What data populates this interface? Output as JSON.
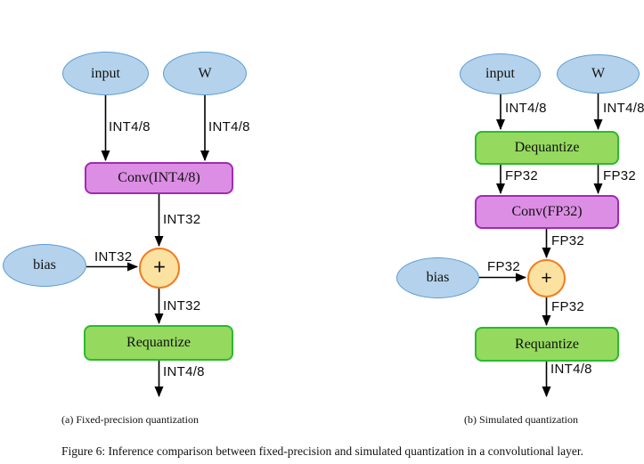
{
  "figure": {
    "subcaption_a": "(a) Fixed-precision quantization",
    "subcaption_b": "(b) Simulated quantization",
    "caption": "Figure 6: Inference comparison between fixed-precision and simulated quantization in a convolutional layer."
  },
  "colors": {
    "blue-fill": "#B4D2EB",
    "blue-stroke": "#5B9BD5",
    "purple-fill": "#DC8EE4",
    "purple-stroke": "#A229B4",
    "green-fill": "#95D95F",
    "green-stroke": "#2CB92C",
    "add-fill": "#FCE2A0",
    "add-stroke": "#EE7D22",
    "arrow": "#000000"
  },
  "diagram_a": {
    "nodes": {
      "input": "input",
      "weight": "W",
      "conv": "Conv(INT4/8)",
      "bias": "bias",
      "add": "+",
      "requantize": "Requantize"
    },
    "edge_labels": {
      "input_to_conv": "INT4/8",
      "weight_to_conv": "INT4/8",
      "conv_to_add": "INT32",
      "bias_to_add": "INT32",
      "add_to_requantize": "INT32",
      "output": "INT4/8"
    }
  },
  "diagram_b": {
    "nodes": {
      "input": "input",
      "weight": "W",
      "dequantize": "Dequantize",
      "conv": "Conv(FP32)",
      "bias": "bias",
      "add": "+",
      "requantize": "Requantize"
    },
    "edge_labels": {
      "input_to_dequantize": "INT4/8",
      "weight_to_dequantize": "INT4/8",
      "dequantize_to_conv_left": "FP32",
      "dequantize_to_conv_right": "FP32",
      "conv_to_add": "FP32",
      "bias_to_add": "FP32",
      "add_to_requantize": "FP32",
      "output": "INT4/8"
    }
  }
}
